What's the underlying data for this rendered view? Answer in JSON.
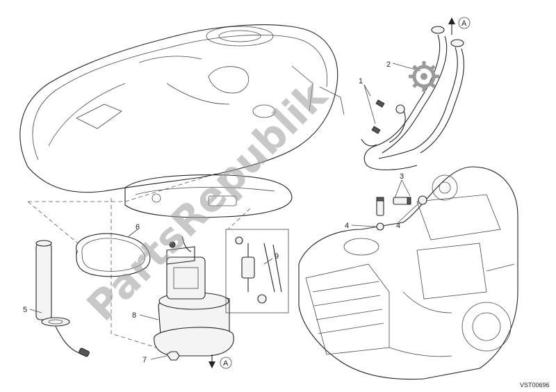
{
  "diagram": {
    "callouts": {
      "c1": "1",
      "c2": "2",
      "c3": "3",
      "c4a": "4",
      "c4b": "4",
      "c5": "5",
      "c6": "6",
      "c7": "7",
      "c8": "8",
      "c9": "9",
      "arrow_a_top": "A",
      "arrow_a_bottom": "A"
    },
    "watermark": "PartsRepublik",
    "drawing_code": "VST00696"
  }
}
